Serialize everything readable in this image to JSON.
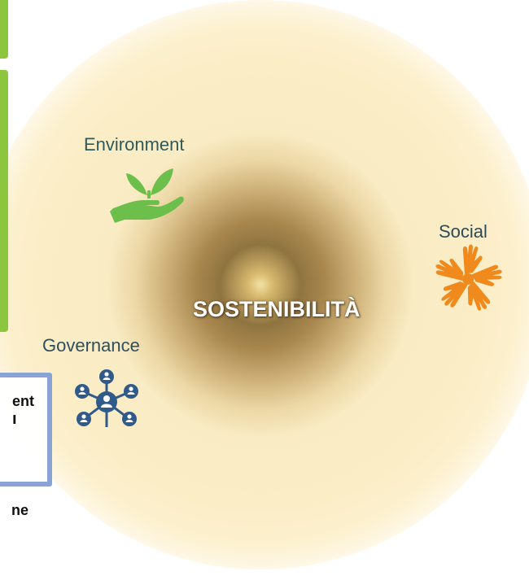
{
  "title": "SOSTENIBILITÀ",
  "pillars": {
    "environment": {
      "label": "Environment",
      "icon": "plant-hand-icon",
      "color": "#6dbf4b"
    },
    "social": {
      "label": "Social",
      "icon": "joined-hands-icon",
      "color": "#f08a1c"
    },
    "governance": {
      "label": "Governance",
      "icon": "network-people-icon",
      "color": "#2f5a8a"
    }
  },
  "side_fragments": {
    "line1": "ent",
    "line2": "ı",
    "line3": "ne"
  },
  "colors": {
    "green_box": "#8cc63f",
    "blue_box_border": "#8aa3d6",
    "glow_center": "#8f7440",
    "glow_outer": "#fbedc6"
  }
}
